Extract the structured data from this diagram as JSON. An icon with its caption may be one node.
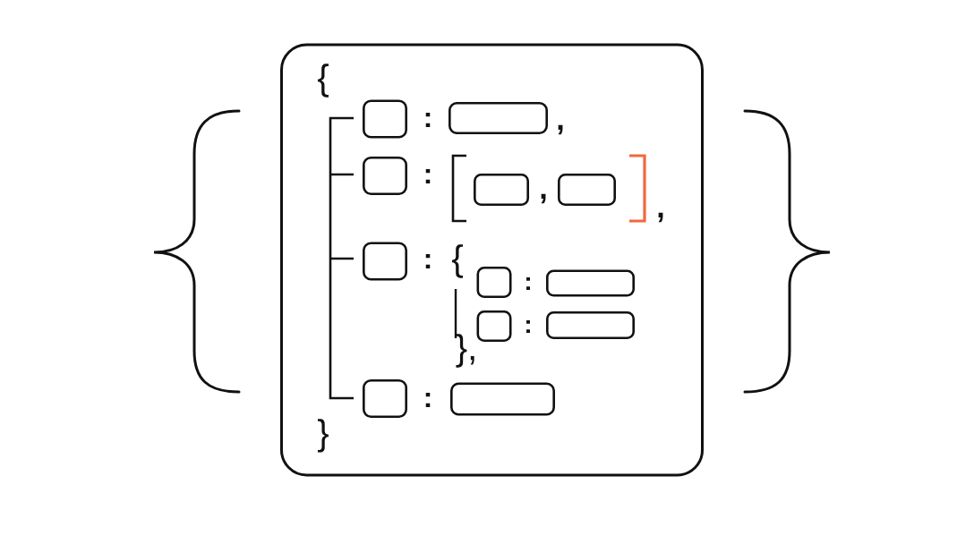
{
  "diagram": {
    "nodes": [
      {
        "text": [],
        "shape": "box"
      },
      {
        "text": [],
        "shape": "box",
        "in": 0
      },
      {
        "text": [],
        "shape": "box",
        "in": 0
      },
      {
        "text": [],
        "shape": "box",
        "in": 0
      },
      {
        "text": [],
        "shape": "box",
        "in": 0
      },
      {
        "text": [],
        "shape": "box",
        "in": 0
      },
      {
        "text": [],
        "shape": "box",
        "in": 0
      },
      {
        "text": [],
        "shape": "box",
        "in": 0
      },
      {
        "text": [],
        "shape": "box",
        "in": 0
      },
      {
        "text": [],
        "shape": "box",
        "in": 0
      },
      {
        "text": [],
        "shape": "box",
        "in": 0
      },
      {
        "text": [],
        "shape": "box",
        "in": 0
      },
      {
        "text": [],
        "shape": "box",
        "in": 0
      }
    ],
    "labels": [
      "{",
      ":",
      ",",
      ":",
      ",",
      ",",
      ":",
      "{",
      ":",
      ":",
      "},",
      ":",
      "}"
    ]
  }
}
